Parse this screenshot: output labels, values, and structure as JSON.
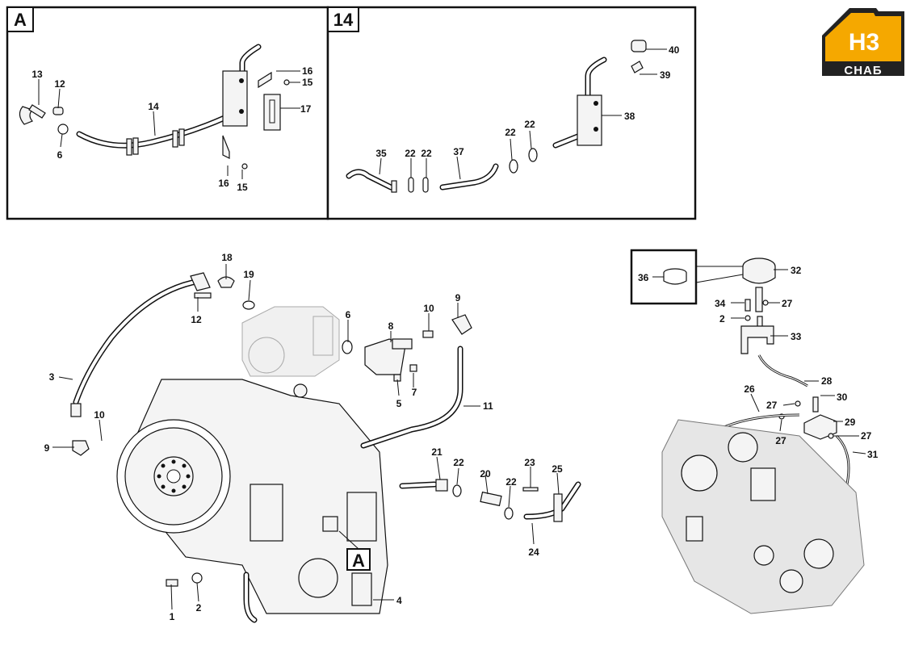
{
  "logo": {
    "top_text": "H3",
    "bottom_text": "СНАБ",
    "color_primary": "#f5a800",
    "color_dark": "#222222"
  },
  "detail_boxes": [
    {
      "label": "A"
    },
    {
      "label": "14"
    }
  ],
  "callout_box": {
    "label": "A"
  },
  "callouts": {
    "a13": "13",
    "a12": "12",
    "a14": "14",
    "a6": "6",
    "a16a": "16",
    "a15a": "15",
    "a17": "17",
    "a16b": "16",
    "a15b": "15",
    "b40": "40",
    "b39": "39",
    "b38": "38",
    "b22a": "22",
    "b22b": "22",
    "b35": "35",
    "b22c": "22",
    "b22d": "22",
    "b37": "37",
    "m18": "18",
    "m19": "19",
    "m12": "12",
    "m3": "3",
    "m10a": "10",
    "m9a": "9",
    "m6": "6",
    "m8": "8",
    "m10b": "10",
    "m9b": "9",
    "m5": "5",
    "m7": "7",
    "m11": "11",
    "m21": "21",
    "m22a": "22",
    "m20": "20",
    "m23": "23",
    "m25": "25",
    "m22b": "22",
    "m24": "24",
    "m1": "1",
    "m2": "2",
    "m4": "4",
    "r36": "36",
    "r32": "32",
    "r34": "34",
    "r27a": "27",
    "r2": "2",
    "r33": "33",
    "r28": "28",
    "r26": "26",
    "r27b": "27",
    "r30": "30",
    "r29": "29",
    "r27c": "27",
    "r27d": "27",
    "r31": "31"
  }
}
